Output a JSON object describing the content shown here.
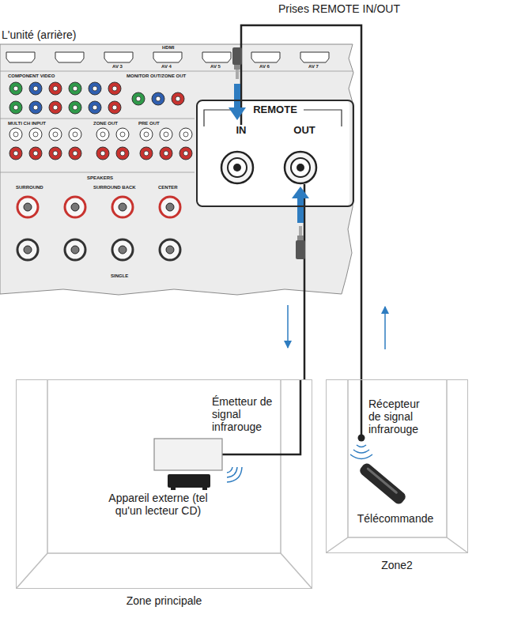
{
  "diagram": {
    "title": "Prises REMOTE IN/OUT",
    "nodes": [
      {
        "text": [
          "REMOTE"
        ]
      },
      {
        "text": [
          "IN"
        ],
        "in": 0
      },
      {
        "text": [
          "OUT"
        ],
        "in": 0
      },
      {
        "text": [
          "Zone principale"
        ]
      },
      {
        "text": [
          "Zone2"
        ]
      }
    ],
    "edges": [
      {
        "from": 2,
        "to": 3,
        "arrow": "none"
      },
      {
        "from": 4,
        "to": 1,
        "arrow": "none"
      }
    ],
    "labels": [
      "L'unité (arrière)",
      "Émetteur de signal infrarouge",
      "Appareil externe (tel qu'un lecteur CD)",
      "Récepteur de signal infrarouge",
      "Télécommande",
      "HDMI",
      "AV 3",
      "AV 4",
      "AV 5",
      "AV 6",
      "AV 7",
      "COMPONENT VIDEO",
      "MONITOR OUT/ZONE OUT",
      "MULTI CH INPUT",
      "ZONE OUT",
      "PRE OUT",
      "SPEAKERS",
      "SURROUND",
      "SURROUND BACK",
      "CENTER",
      "SINGLE"
    ]
  }
}
